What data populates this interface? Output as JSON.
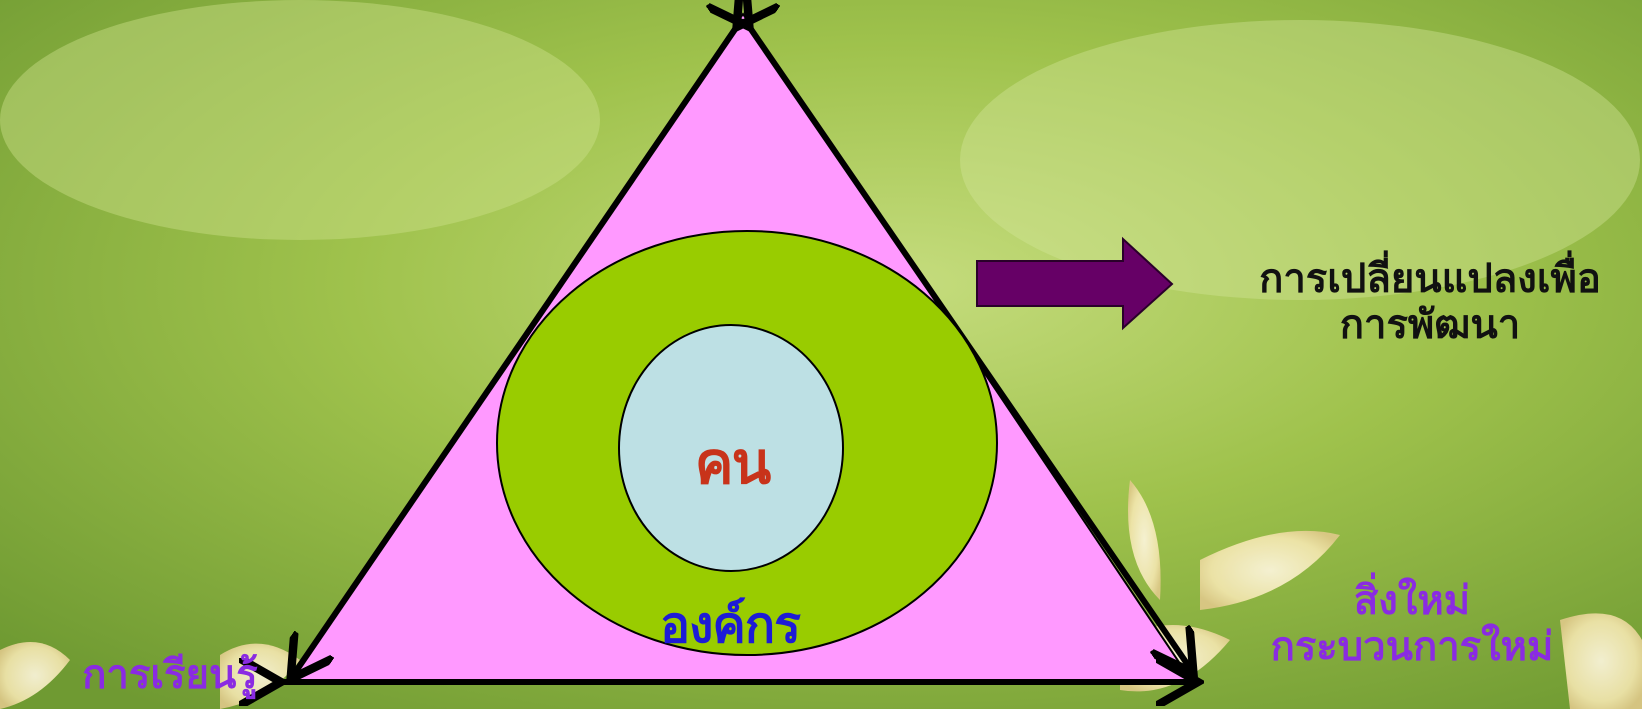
{
  "diagram": {
    "center_label": "คน",
    "ring_label": "องค์กร",
    "bottom_left_label": "การเรียนรู้",
    "bottom_right_label": [
      "สิ่งใหม่",
      "กระบวนการใหม่"
    ],
    "goal_label": [
      "การเปลี่ยนแปลงเพื่อ",
      "การพัฒนา"
    ]
  },
  "colors": {
    "triangle_fill": "#ff99ff",
    "ring_fill": "#99cc00",
    "core_fill": "#bde0e4",
    "arrow_fill": "#660066",
    "edge_stroke": "#000000",
    "center_text": "#c8331a",
    "ring_text": "#1d1bd6",
    "corner_text": "#8a2be2",
    "background": "#9ec24e"
  },
  "icons": [
    "right-arrow-icon",
    "double-arrow-edge"
  ]
}
